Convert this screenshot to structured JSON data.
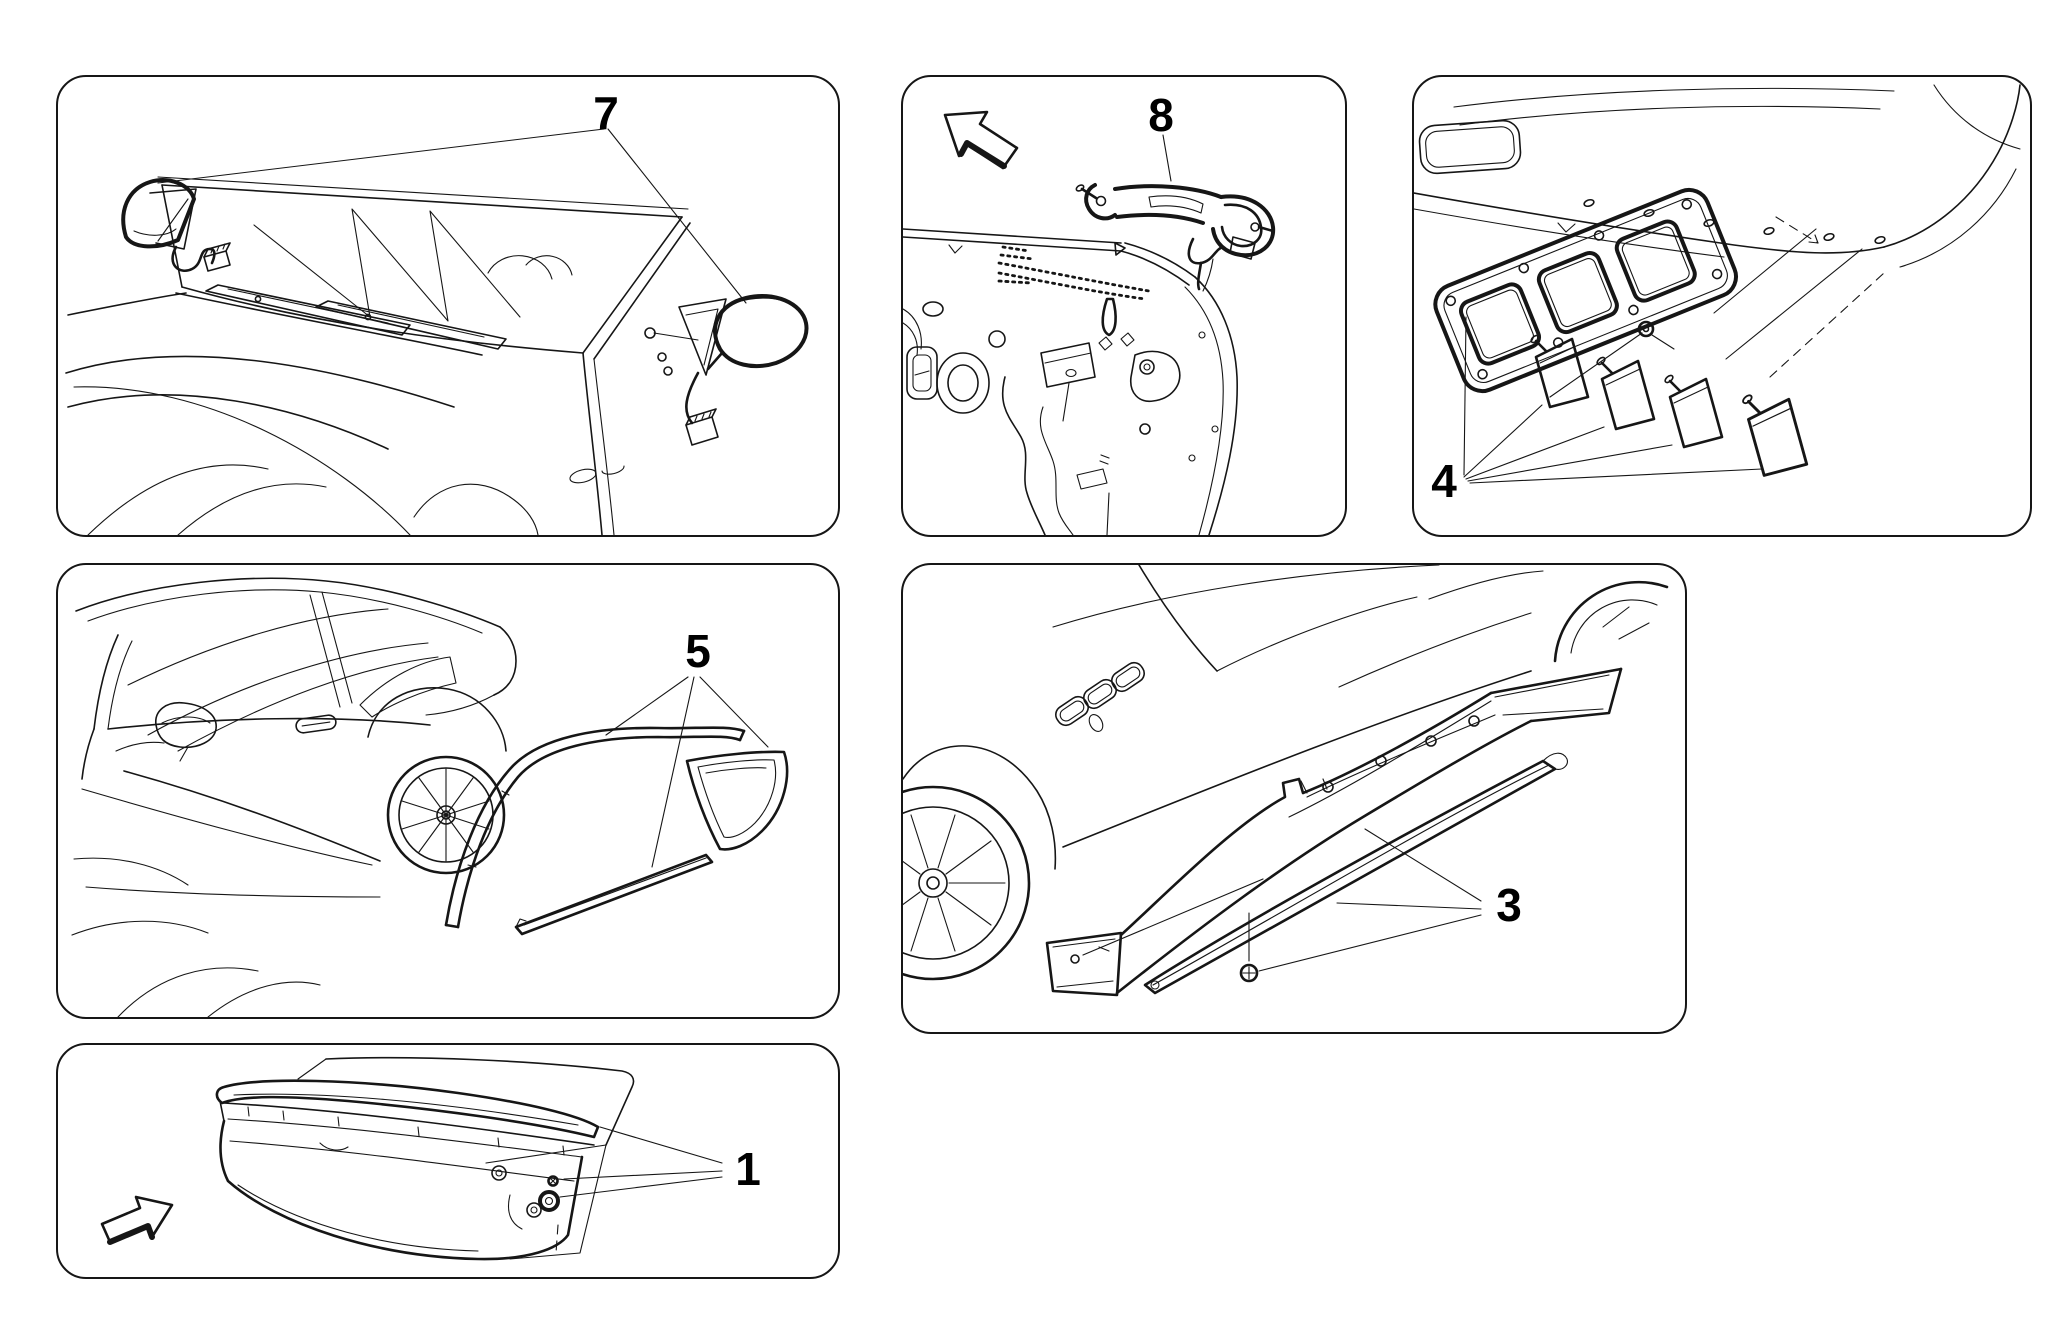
{
  "figure": {
    "background_color": "#ffffff",
    "line_color": "#161616",
    "callout_color": "#000000"
  },
  "panels": [
    {
      "name": "windscreen-and-door-mirrors",
      "callout": "7"
    },
    {
      "name": "soft-top-release-handle",
      "callout": "8",
      "arrow_direction": "up-left"
    },
    {
      "name": "air-vent-gasket-and-brackets",
      "callout": "4"
    },
    {
      "name": "door-window-trims",
      "callout": "5"
    },
    {
      "name": "sill-covers",
      "callout": "3"
    },
    {
      "name": "trunk-lid-fasteners",
      "callout": "1",
      "arrow_direction": "up-right"
    }
  ]
}
